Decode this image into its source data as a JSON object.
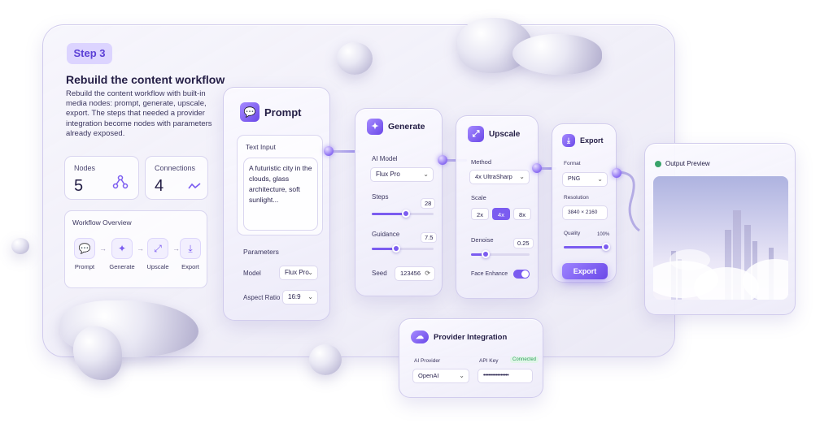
{
  "step": {
    "badge": "Step 3"
  },
  "intro": {
    "title": "Rebuild the content workflow",
    "description": "Rebuild the content workflow with built-in media nodes: prompt, generate, upscale, export. The steps that needed a provider integration become nodes with parameters already exposed."
  },
  "stats": {
    "nodes": {
      "label": "Nodes",
      "value": "5",
      "icon": "nodes-graph-icon"
    },
    "connections": {
      "label": "Connections",
      "value": "4",
      "icon": "connection-wave-icon"
    }
  },
  "overview": {
    "title": "Workflow Overview",
    "items": [
      {
        "label": "Prompt",
        "icon": "chat-icon"
      },
      {
        "label": "Generate",
        "icon": "sparkle-icon"
      },
      {
        "label": "Upscale",
        "icon": "upscale-icon"
      },
      {
        "label": "Export",
        "icon": "download-icon"
      }
    ]
  },
  "prompt_node": {
    "title": "Prompt",
    "text_input_label": "Text Input",
    "text_input_value": "A futuristic city in the clouds, glass architecture, soft sunlight...",
    "parameters_label": "Parameters",
    "model_label": "Model",
    "model_value": "Flux Pro",
    "aspect_label": "Aspect Ratio",
    "aspect_value": "16:9"
  },
  "generate_node": {
    "title": "Generate",
    "ai_model_label": "AI Model",
    "ai_model_value": "Flux Pro",
    "steps_label": "Steps",
    "steps_value": "28",
    "steps_fraction": 0.55,
    "guidance_label": "Guidance",
    "guidance_value": "7.5",
    "guidance_fraction": 0.4,
    "seed_label": "Seed",
    "seed_value": "123456"
  },
  "upscale_node": {
    "title": "Upscale",
    "method_label": "Method",
    "method_value": "4x UltraSharp",
    "scale_label": "Scale",
    "scale_options": [
      "2x",
      "4x",
      "8x"
    ],
    "scale_selected": "4x",
    "denoise_label": "Denoise",
    "denoise_value": "0.25",
    "denoise_fraction": 0.25,
    "face_enhance_label": "Face Enhance",
    "face_enhance_on": true
  },
  "export_node": {
    "title": "Export",
    "format_label": "Format",
    "format_value": "PNG",
    "resolution_label": "Resolution",
    "resolution_value": "3840 × 2160",
    "quality_label": "Quality",
    "quality_value": "100%",
    "quality_fraction": 1.0,
    "export_button": "Export"
  },
  "preview": {
    "title": "Output Preview"
  },
  "provider": {
    "title": "Provider Integration",
    "ai_provider_label": "AI Provider",
    "ai_provider_value": "OpenAI",
    "api_key_label": "API Key",
    "api_key_status": "Connected",
    "api_key_value": "••••••••••••••••"
  },
  "colors": {
    "accent": "#7b5cf0",
    "badge_bg": "#dcd4ff",
    "connected": "#2f9e5b"
  }
}
